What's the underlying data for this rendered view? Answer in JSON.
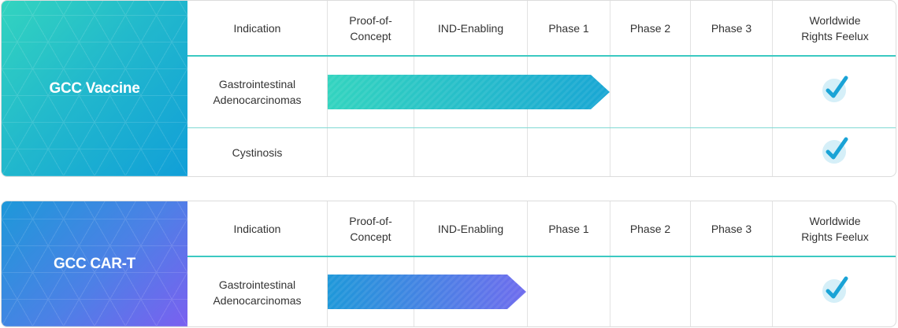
{
  "headers": {
    "indication": "Indication",
    "proof_of_concept_line1": "Proof-of-",
    "proof_of_concept_line2": "Concept",
    "ind_enabling": "IND-Enabling",
    "phase1": "Phase 1",
    "phase2": "Phase 2",
    "phase3": "Phase 3",
    "rights_line1": "Worldwide",
    "rights_line2": "Rights Feelux"
  },
  "programs": [
    {
      "name": "GCC Vaccine",
      "color_start": "#33d4bf",
      "color_end": "#119fd8",
      "rows": [
        {
          "indication_line1": "Gastrointestinal",
          "indication_line2": "Adenocarcinomas",
          "stage_reached": "Phase 1",
          "worldwide_rights": true
        },
        {
          "indication_line1": "Cystinosis",
          "indication_line2": "",
          "stage_reached": "",
          "worldwide_rights": true
        }
      ]
    },
    {
      "name": "GCC CAR-T",
      "color_start": "#1e98d9",
      "color_end": "#7a60f0",
      "rows": [
        {
          "indication_line1": "Gastrointestinal",
          "indication_line2": "Adenocarcinomas",
          "stage_reached": "IND-Enabling",
          "worldwide_rights": true
        }
      ]
    }
  ],
  "icons": {
    "check": "check-circle-icon",
    "check_color": "#1aa3d6",
    "check_bg": "#d5eff8"
  }
}
